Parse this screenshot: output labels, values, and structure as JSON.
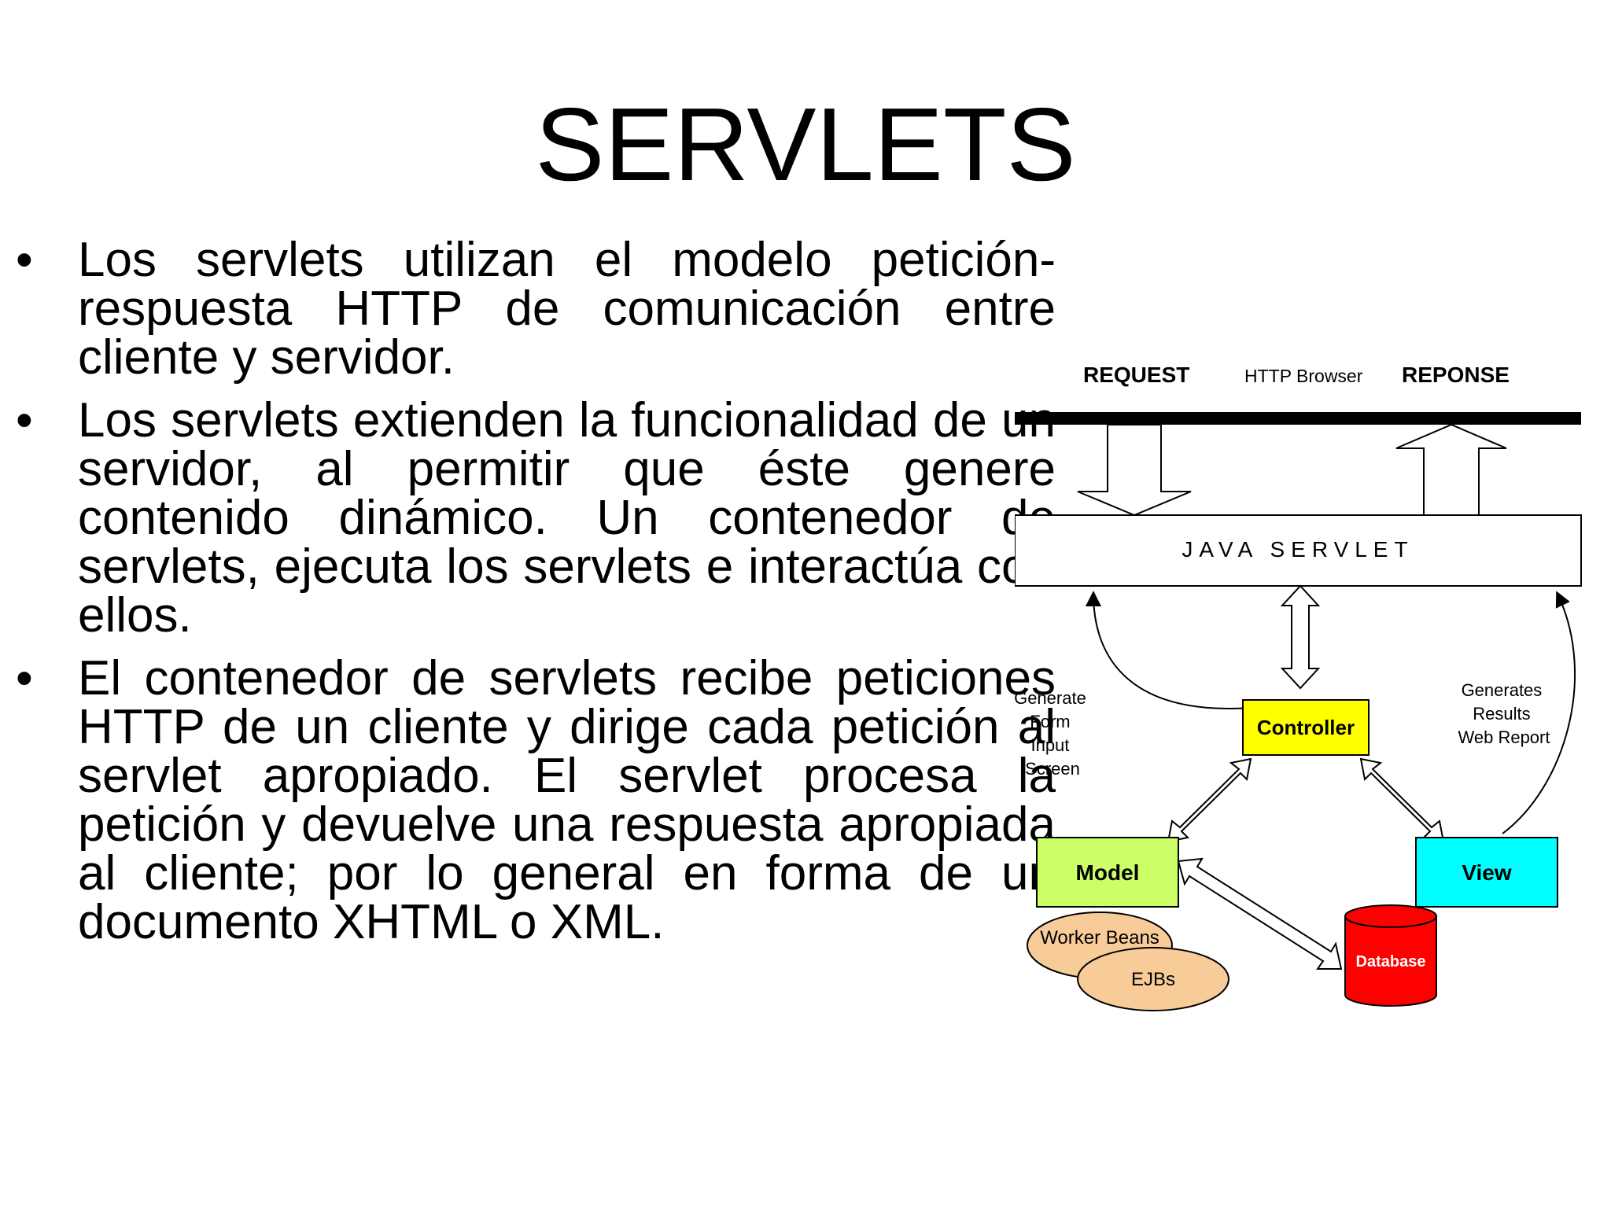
{
  "slide": {
    "title": "SERVLETS",
    "bullets": [
      "Los servlets utilizan el modelo petición-respuesta HTTP de comunicación entre cliente y servidor.",
      "Los servlets extienden la funcionalidad de un servidor, al permitir que éste genere contenido dinámico. Un contenedor de servlets, ejecuta los servlets e interactúa con ellos.",
      "El contenedor de servlets recibe peticiones HTTP de un cliente y dirige cada petición al servlet apropiado. El servlet procesa la petición y devuelve una respuesta apropiada al cliente; por lo general en forma de un documento XHTML o XML."
    ],
    "bullet_glyph": "•"
  },
  "diagram": {
    "request_label": "REQUEST",
    "browser_label": "HTTP Browser",
    "response_label": "REPONSE",
    "servlet_label": "JAVA SERVLET",
    "controller_label": "Controller",
    "model_label": "Model",
    "view_label": "View",
    "database_label": "Database",
    "worker_beans_label": "Worker Beans",
    "ejbs_label": "EJBs",
    "generate_form_lines": [
      "Generate",
      "Form",
      "Input",
      "Screen"
    ],
    "generates_results_lines": [
      "Generates",
      "Results",
      "Web Report"
    ],
    "colors": {
      "controller": "#ffff00",
      "model": "#ccff66",
      "view": "#00ffff",
      "database": "#ff0000",
      "beans": "#f8cc99"
    }
  }
}
